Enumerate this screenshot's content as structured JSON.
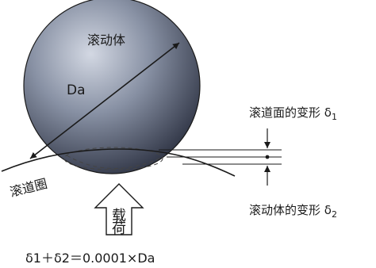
{
  "labels": {
    "ball": "滚动体",
    "diameter": "Da",
    "raceway": "滚道圈",
    "load_line1": "载",
    "load_line2": "荷",
    "deform_raceway_text": "滚道面的变形 δ",
    "deform_raceway_sub": "1",
    "deform_ball_text": "滚动体的变形 δ",
    "deform_ball_sub": "2",
    "formula": "δ1＋δ2＝0.0001×Da"
  },
  "colors": {
    "ball_light": "#c9ceda",
    "ball_mid": "#7a8397",
    "ball_dark": "#2f3444",
    "line": "#1a1a1a"
  }
}
